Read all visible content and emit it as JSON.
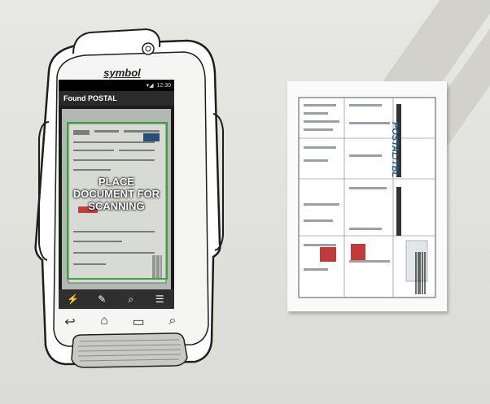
{
  "device": {
    "brand": "symbol"
  },
  "screen": {
    "status_time": "12:30",
    "title": "Found POSTAL",
    "overlay_line1": "PLACE",
    "overlay_line2": "DOCUMENT FOR",
    "overlay_line3": "SCANNING"
  },
  "toolbar": {
    "flash_icon": "flash-off-icon",
    "torch_icon": "torch-off-icon",
    "zoom_icon": "zoom-icon",
    "menu_icon": "menu-icon"
  },
  "nav": {
    "back_icon": "back-icon",
    "home_icon": "home-icon",
    "menu_icon": "recent-apps-icon",
    "search_icon": "search-icon"
  },
  "document": {
    "logo": "POSTAL/TBL"
  },
  "colors": {
    "scan_frame": "#3ca43c",
    "background": "#e2e2dd"
  }
}
